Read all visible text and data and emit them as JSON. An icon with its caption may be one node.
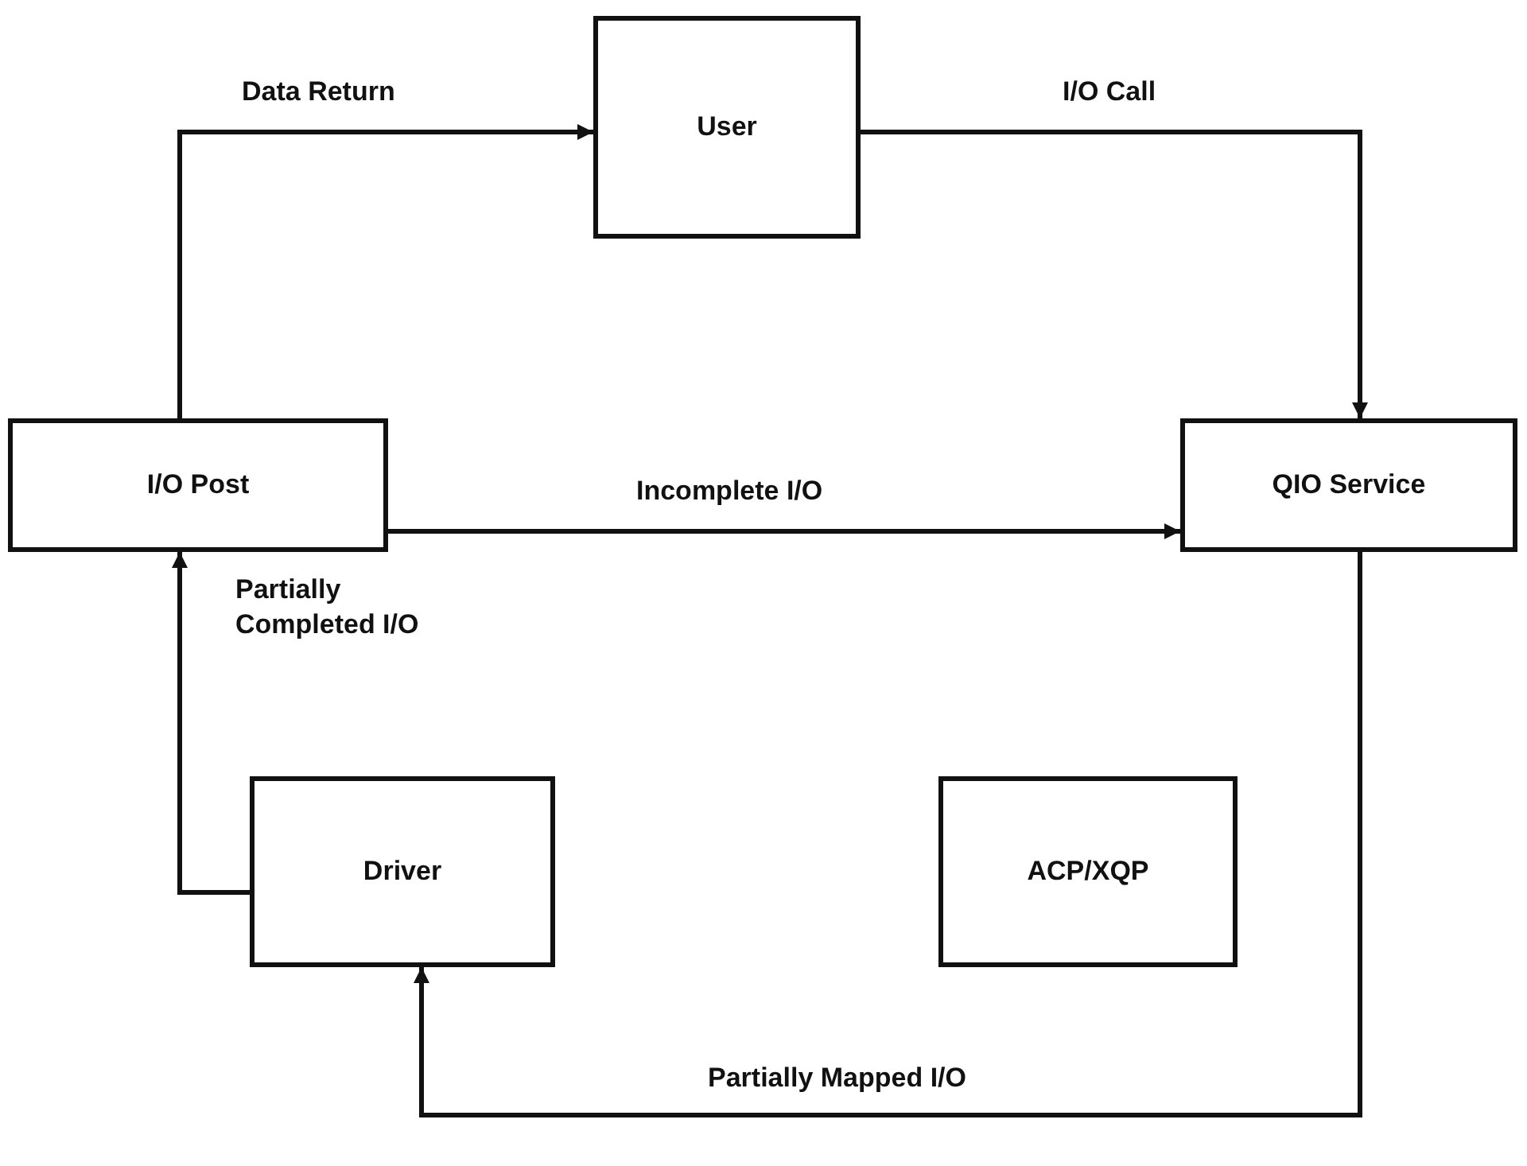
{
  "diagram": {
    "nodes": [
      {
        "text": [
          "User"
        ]
      },
      {
        "text": [
          "I/O Post"
        ]
      },
      {
        "text": [
          "QIO Service"
        ]
      },
      {
        "text": [
          "Driver"
        ]
      },
      {
        "text": [
          "ACP/XQP"
        ]
      }
    ],
    "edges": [
      {
        "from": 1,
        "to": 0,
        "arrow": "to",
        "label": "Data Return"
      },
      {
        "from": 0,
        "to": 2,
        "arrow": "to",
        "label": "I/O Call"
      },
      {
        "from": 1,
        "to": 2,
        "arrow": "to",
        "label": "Incomplete I/O"
      },
      {
        "from": 3,
        "to": 1,
        "arrow": "to",
        "label": "Partially Completed I/O"
      },
      {
        "from": 2,
        "to": 3,
        "arrow": "to",
        "label": "Partially Mapped I/O"
      }
    ]
  }
}
